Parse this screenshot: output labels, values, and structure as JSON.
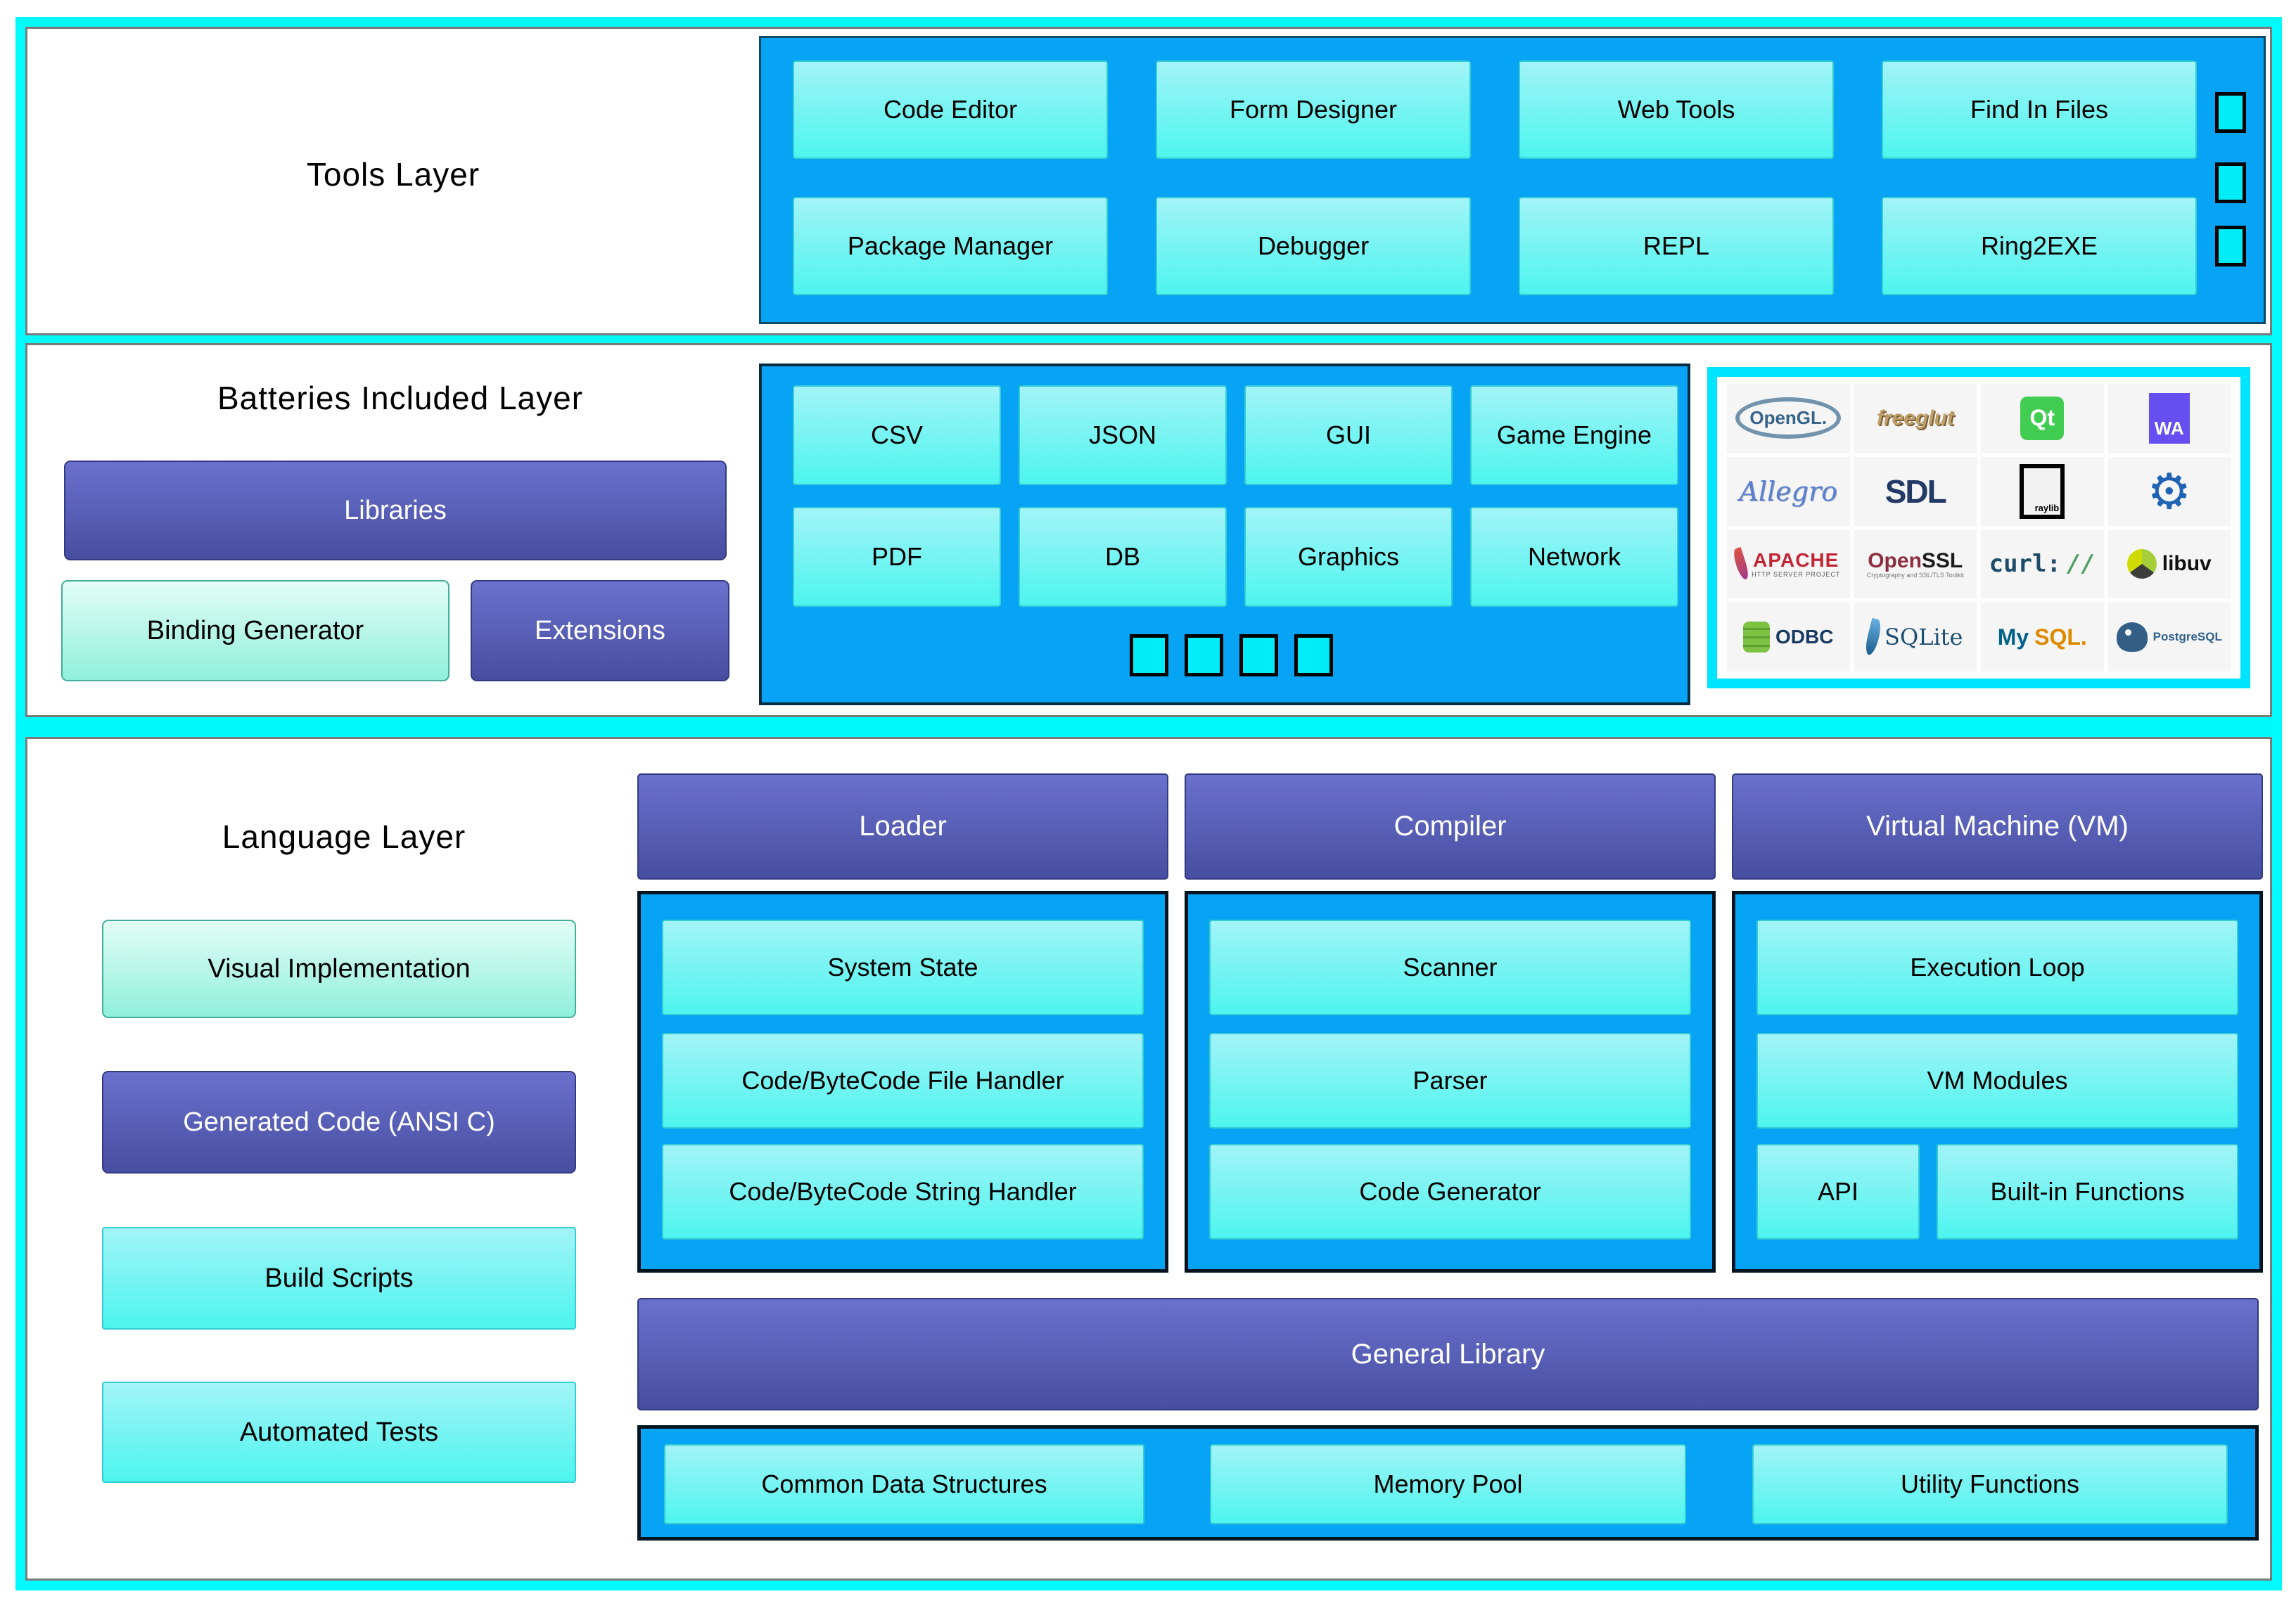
{
  "colors": {
    "frame_cyan": "#00fbff",
    "container_blue": "#07a3f4",
    "box_cyan_top": "#a2f4f7",
    "box_cyan_bottom": "#4df5ee",
    "purple_top": "#6a71cd",
    "purple_bottom": "#474ea0",
    "mint_top": "#e3fdf6",
    "mint_bottom": "#8ff0da",
    "square_cyan": "#00ecf6"
  },
  "tools_layer": {
    "title": "Tools Layer",
    "boxes": [
      "Code Editor",
      "Form Designer",
      "Web Tools",
      "Find In Files",
      "Package Manager",
      "Debugger",
      "REPL",
      "Ring2EXE"
    ]
  },
  "batteries_layer": {
    "title": "Batteries Included Layer",
    "libraries": "Libraries",
    "binding_generator": "Binding Generator",
    "extensions": "Extensions",
    "modules": [
      "CSV",
      "JSON",
      "GUI",
      "Game Engine",
      "PDF",
      "DB",
      "Graphics",
      "Network"
    ],
    "logos": [
      {
        "name": "opengl",
        "text": "OpenGL."
      },
      {
        "name": "freeglut",
        "text": "freeglut"
      },
      {
        "name": "qt",
        "text": "Qt"
      },
      {
        "name": "webassembly",
        "text": "WA"
      },
      {
        "name": "allegro",
        "text": "Allegro"
      },
      {
        "name": "sdl",
        "text": "SDL"
      },
      {
        "name": "raylib",
        "text": "raylib"
      },
      {
        "name": "engine-gear",
        "text": "⚙"
      },
      {
        "name": "apache",
        "text": "APACHE",
        "sub": "HTTP SERVER PROJECT"
      },
      {
        "name": "openssl",
        "text_part1": "Open",
        "text_part2": "SSL",
        "sub": "Cryptography and SSL/TLS Toolkit"
      },
      {
        "name": "curl",
        "text_part1": "curl:",
        "text_part2": "//"
      },
      {
        "name": "libuv",
        "text": "libuv"
      },
      {
        "name": "odbc",
        "text": "ODBC"
      },
      {
        "name": "sqlite",
        "text": "SQLite"
      },
      {
        "name": "mysql",
        "text_part1": "My",
        "text_part2": "SQL."
      },
      {
        "name": "postgresql",
        "text": "PostgreSQL"
      }
    ]
  },
  "language_layer": {
    "title": "Language Layer",
    "left_boxes": [
      "Visual Implementation",
      "Generated Code (ANSI C)",
      "Build Scripts",
      "Automated Tests"
    ],
    "loader": {
      "header": "Loader",
      "items": [
        "System State",
        "Code/ByteCode File Handler",
        "Code/ByteCode String Handler"
      ]
    },
    "compiler": {
      "header": "Compiler",
      "items": [
        "Scanner",
        "Parser",
        "Code Generator"
      ]
    },
    "vm": {
      "header": "Virtual Machine (VM)",
      "items": [
        "Execution Loop",
        "VM Modules",
        "API",
        "Built-in Functions"
      ]
    },
    "general_library": "General Library",
    "bottom_boxes": [
      "Common Data Structures",
      "Memory Pool",
      "Utility Functions"
    ]
  }
}
